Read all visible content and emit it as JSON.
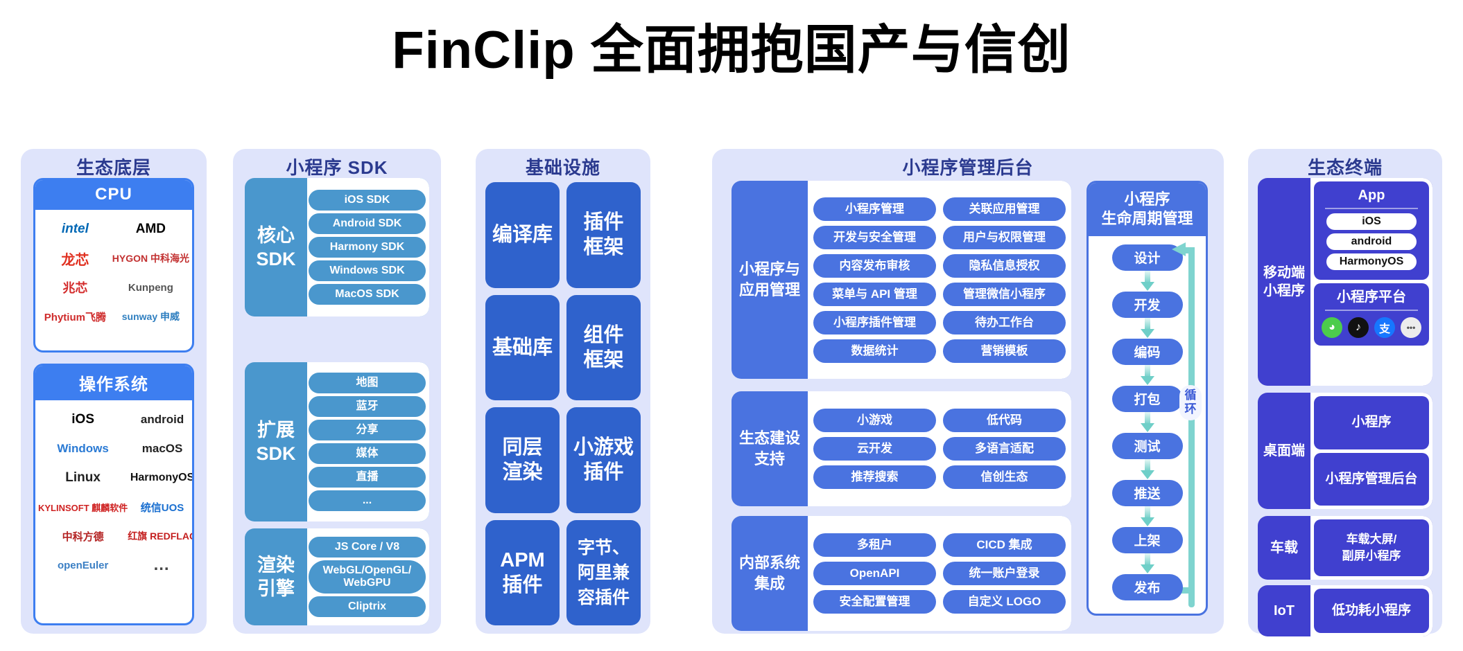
{
  "title": "FinClip 全面拥抱国产与信创",
  "colors": {
    "panel_bg": "#dfe4fb",
    "panel_title": "#2b3a8f",
    "eco_blue": "#3d7ef0",
    "sdk_blue": "#4a97cd",
    "infra_blue": "#2f62cc",
    "admin_blue": "#4a73e0",
    "terminal_blue": "#4040cf",
    "loop_teal": "#7fd4cf"
  },
  "eco_base": {
    "title": "生态底层",
    "cpu": {
      "header": "CPU",
      "logos": [
        "intel",
        "AMD",
        "龙芯",
        "HYGON 中科海光",
        "兆芯",
        "Kunpeng",
        "Phytium飞腾",
        "sunway 申威"
      ]
    },
    "os": {
      "header": "操作系统",
      "logos": [
        "iOS",
        "android",
        "Windows",
        "macOS",
        "Linux",
        "HarmonyOS",
        "KYLINSOFT 麒麟软件",
        "统信UOS",
        "中科方德",
        "红旗 REDFLAG",
        "openEuler",
        "…"
      ]
    }
  },
  "sdk": {
    "title": "小程序 SDK",
    "groups": [
      {
        "label": "核心\nSDK",
        "items": [
          "iOS SDK",
          "Android SDK",
          "Harmony SDK",
          "Windows SDK",
          "MacOS SDK"
        ]
      },
      {
        "label": "扩展\nSDK",
        "items": [
          "地图",
          "蓝牙",
          "分享",
          "媒体",
          "直播",
          "..."
        ]
      },
      {
        "label": "渲染\n引擎",
        "items": [
          "JS Core / V8",
          "WebGL/OpenGL/\nWebGPU",
          "Cliptrix"
        ]
      }
    ]
  },
  "infra": {
    "title": "基础设施",
    "cells": [
      "编译库",
      "插件\n框架",
      "基础库",
      "组件\n框架",
      "同层\n渲染",
      "小游戏\n插件",
      "APM\n插件",
      "字节、\n阿里兼\n容插件"
    ]
  },
  "admin": {
    "title": "小程序管理后台",
    "groups": [
      {
        "label": "小程序与\n应用管理",
        "items": [
          "小程序管理",
          "关联应用管理",
          "开发与安全管理",
          "用户与权限管理",
          "内容发布审核",
          "隐私信息授权",
          "菜单与 API 管理",
          "管理微信小程序",
          "小程序插件管理",
          "待办工作台",
          "数据统计",
          "营销模板"
        ]
      },
      {
        "label": "生态建设\n支持",
        "items": [
          "小游戏",
          "低代码",
          "云开发",
          "多语言适配",
          "推荐搜索",
          "信创生态"
        ]
      },
      {
        "label": "内部系统\n集成",
        "items": [
          "多租户",
          "CICD 集成",
          "OpenAPI",
          "统一账户登录",
          "安全配置管理",
          "自定义 LOGO"
        ]
      }
    ],
    "lifecycle": {
      "header": "小程序\n生命周期管理",
      "steps": [
        "设计",
        "开发",
        "编码",
        "打包",
        "测试",
        "推送",
        "上架",
        "发布"
      ],
      "loop_label": "循\n环"
    }
  },
  "terminal": {
    "title": "生态终端",
    "groups": [
      {
        "label": "移动端\n小程序",
        "boxes": [
          {
            "title": "App",
            "pills": [
              "iOS",
              "android",
              "HarmonyOS"
            ]
          },
          {
            "title": "小程序平台",
            "icons": [
              "wechat-icon",
              "douyin-icon",
              "alipay-icon",
              "more-icon"
            ]
          }
        ]
      },
      {
        "label": "桌面端",
        "simple": [
          "小程序",
          "小程序管理后台"
        ]
      },
      {
        "label": "车载",
        "simple": [
          "车载大屏/\n副屏小程序"
        ]
      },
      {
        "label": "IoT",
        "simple": [
          "低功耗小程序"
        ]
      }
    ]
  }
}
